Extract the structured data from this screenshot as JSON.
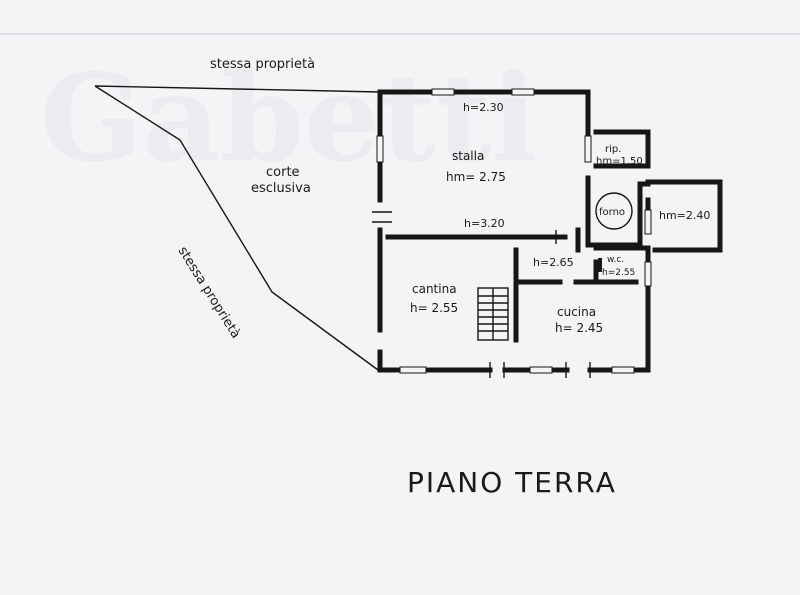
{
  "plan": {
    "title": "PIANO TERRA",
    "boundary_top": "stessa proprietà",
    "boundary_left": "stessa proprietà",
    "courtyard_line1": "corte",
    "courtyard_line2": "esclusiva"
  },
  "rooms": {
    "stalla": {
      "name": "stalla",
      "height": "hm= 2.75",
      "top_height": "h=2.30"
    },
    "corridor": {
      "height": "h=3.20"
    },
    "ripostiglio": {
      "name": "rip.",
      "height": "hm=1.50"
    },
    "forno": {
      "name": "forno"
    },
    "annex": {
      "height": "hm=2.40"
    },
    "passage": {
      "height": "h=2.65"
    },
    "wc": {
      "name": "w.c.",
      "height": "h=2.55"
    },
    "cantina": {
      "name": "cantina",
      "height": "h= 2.55"
    },
    "cucina": {
      "name": "cucina",
      "height": "h= 2.45"
    }
  },
  "colors": {
    "paper": "#f3f4f6",
    "ink": "#161616",
    "watermark": "#e4e6ea"
  }
}
